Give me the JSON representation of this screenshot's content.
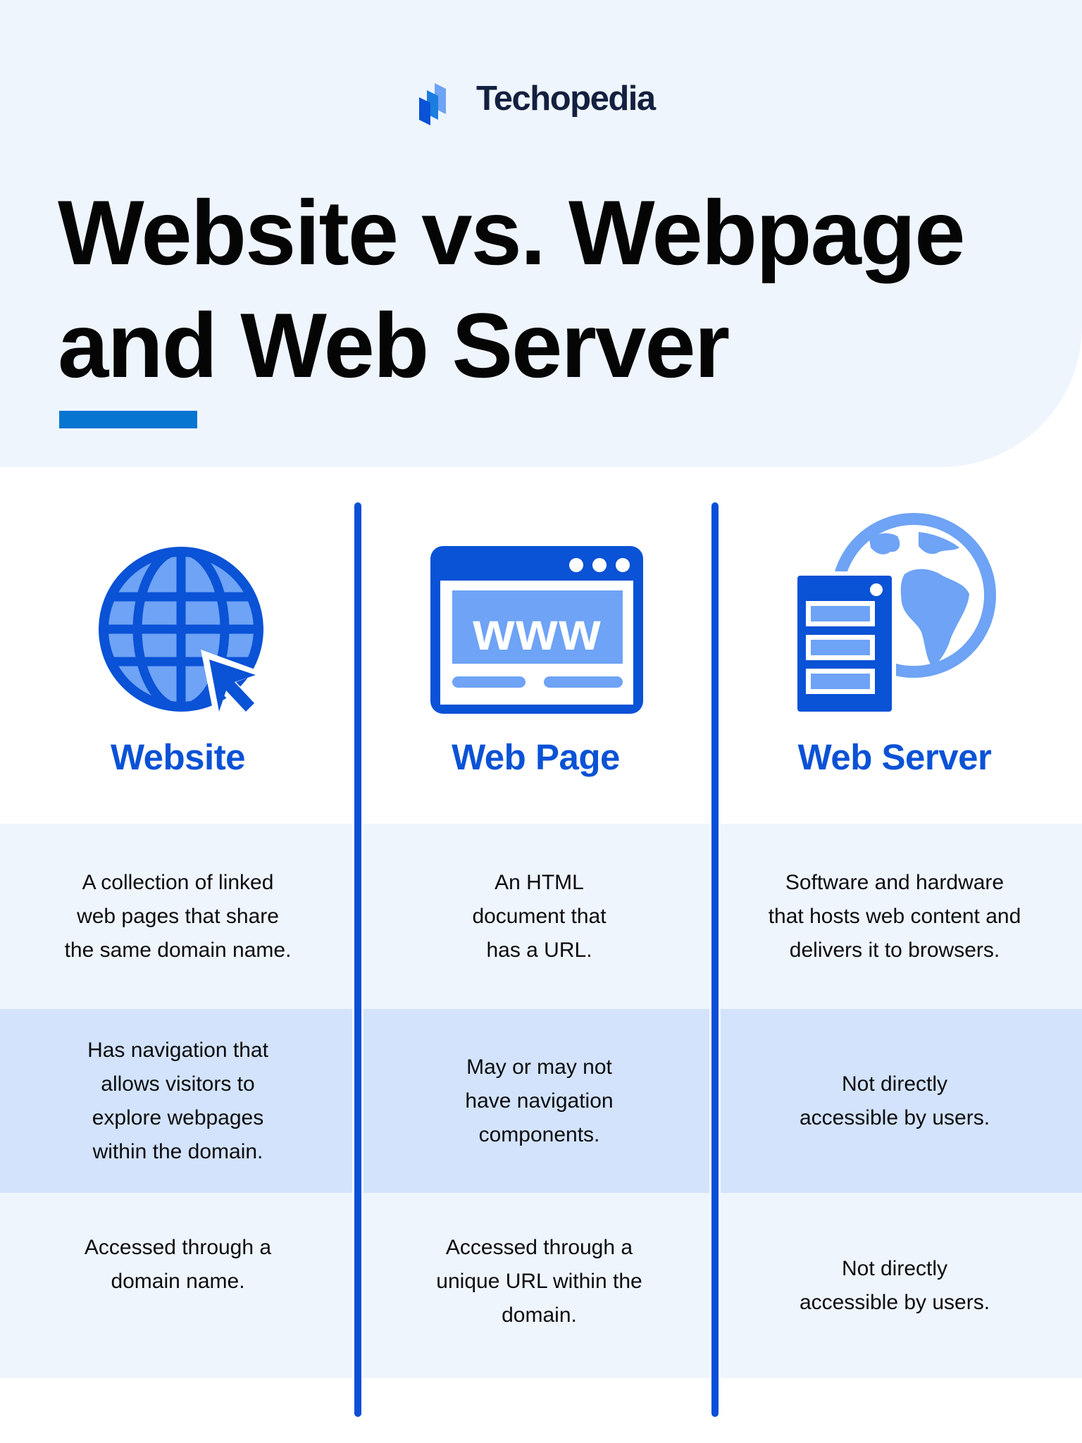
{
  "brand": {
    "name": "Techopedia",
    "logo_icon": "techopedia-stacked-panels-icon",
    "colors": {
      "dark_blue": "#0a52d6",
      "light_blue": "#6ea3f5",
      "navy_text": "#13203f",
      "accent_bar": "#0575d1"
    }
  },
  "header": {
    "title_lines": [
      "Website vs. Webpage",
      "and Web Server"
    ]
  },
  "columns": [
    {
      "icon": "globe-with-cursor-icon",
      "label": "Website"
    },
    {
      "icon": "browser-www-icon",
      "label": "Web Page"
    },
    {
      "icon": "server-and-globe-icon",
      "label": "Web Server"
    }
  ],
  "rows": [
    {
      "cells": [
        {
          "lines": [
            "A collection of linked",
            "web pages that share",
            "the same domain name."
          ]
        },
        {
          "lines": [
            "An HTML",
            "document that",
            "has a URL."
          ]
        },
        {
          "lines": [
            "Software and hardware",
            "that hosts web content and",
            "delivers it to browsers."
          ]
        }
      ]
    },
    {
      "cells": [
        {
          "lines": [
            "Has navigation that",
            "allows visitors to",
            "explore webpages",
            "within the domain."
          ]
        },
        {
          "lines": [
            "May or may not",
            "have navigation",
            "components."
          ]
        },
        {
          "lines": [
            "Not directly",
            "accessible by users."
          ]
        }
      ]
    },
    {
      "cells": [
        {
          "lines": [
            "Accessed through a",
            "domain name."
          ]
        },
        {
          "lines": [
            "Accessed through a",
            "unique URL within the",
            "domain."
          ]
        },
        {
          "lines": [
            "Not directly",
            "accessible by users."
          ]
        }
      ]
    }
  ],
  "browser_icon_text": "www"
}
